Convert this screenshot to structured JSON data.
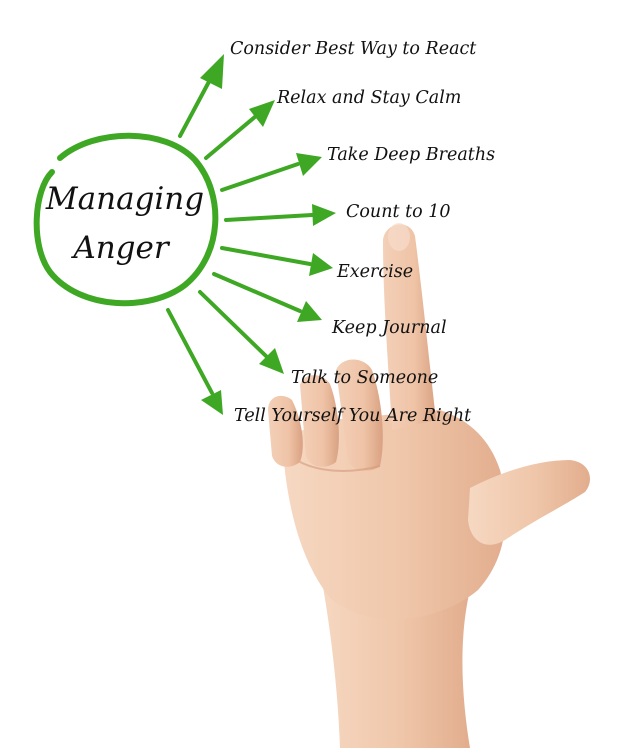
{
  "center": {
    "line1": "Managing",
    "line2": "Anger"
  },
  "items": [
    {
      "label": "Consider Best Way to React"
    },
    {
      "label": "Relax and Stay Calm"
    },
    {
      "label": "Take Deep Breaths"
    },
    {
      "label": "Count to 10"
    },
    {
      "label": "Exercise"
    },
    {
      "label": "Keep Journal"
    },
    {
      "label": "Talk to Someone"
    },
    {
      "label": "Tell Yourself You Are Right"
    }
  ],
  "colors": {
    "accent": "#3ea824",
    "text": "#111111",
    "skin": "#efc7ac",
    "skin_shadow": "#d9a486"
  }
}
